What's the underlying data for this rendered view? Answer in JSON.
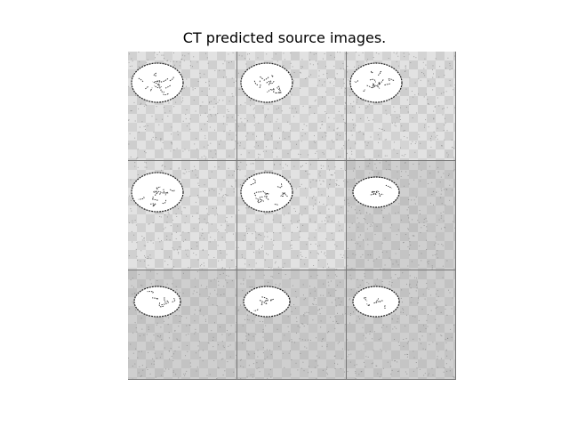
{
  "figure": {
    "title": "CT predicted source images."
  },
  "tiles": [
    {
      "id": "r1c1",
      "tone": "light",
      "slice": "chest"
    },
    {
      "id": "r1c2",
      "tone": "light",
      "slice": "chest"
    },
    {
      "id": "r1c3",
      "tone": "light",
      "slice": "chest"
    },
    {
      "id": "r2c1",
      "tone": "light",
      "slice": "chest"
    },
    {
      "id": "r2c2",
      "tone": "light",
      "slice": "chest"
    },
    {
      "id": "r2c3",
      "tone": "mid",
      "slice": "abdomen"
    },
    {
      "id": "r3c1",
      "tone": "mid",
      "slice": "pelvis"
    },
    {
      "id": "r3c2",
      "tone": "mid",
      "slice": "pelvis"
    },
    {
      "id": "r3c3",
      "tone": "mid",
      "slice": "pelvis"
    }
  ],
  "colors": {
    "light_bg": "#e2e2e2",
    "mid_bg": "#cfcfcf",
    "noise_dark": "#9a9a9a",
    "body_fill": "#ffffff",
    "body_edge": "#222222"
  }
}
